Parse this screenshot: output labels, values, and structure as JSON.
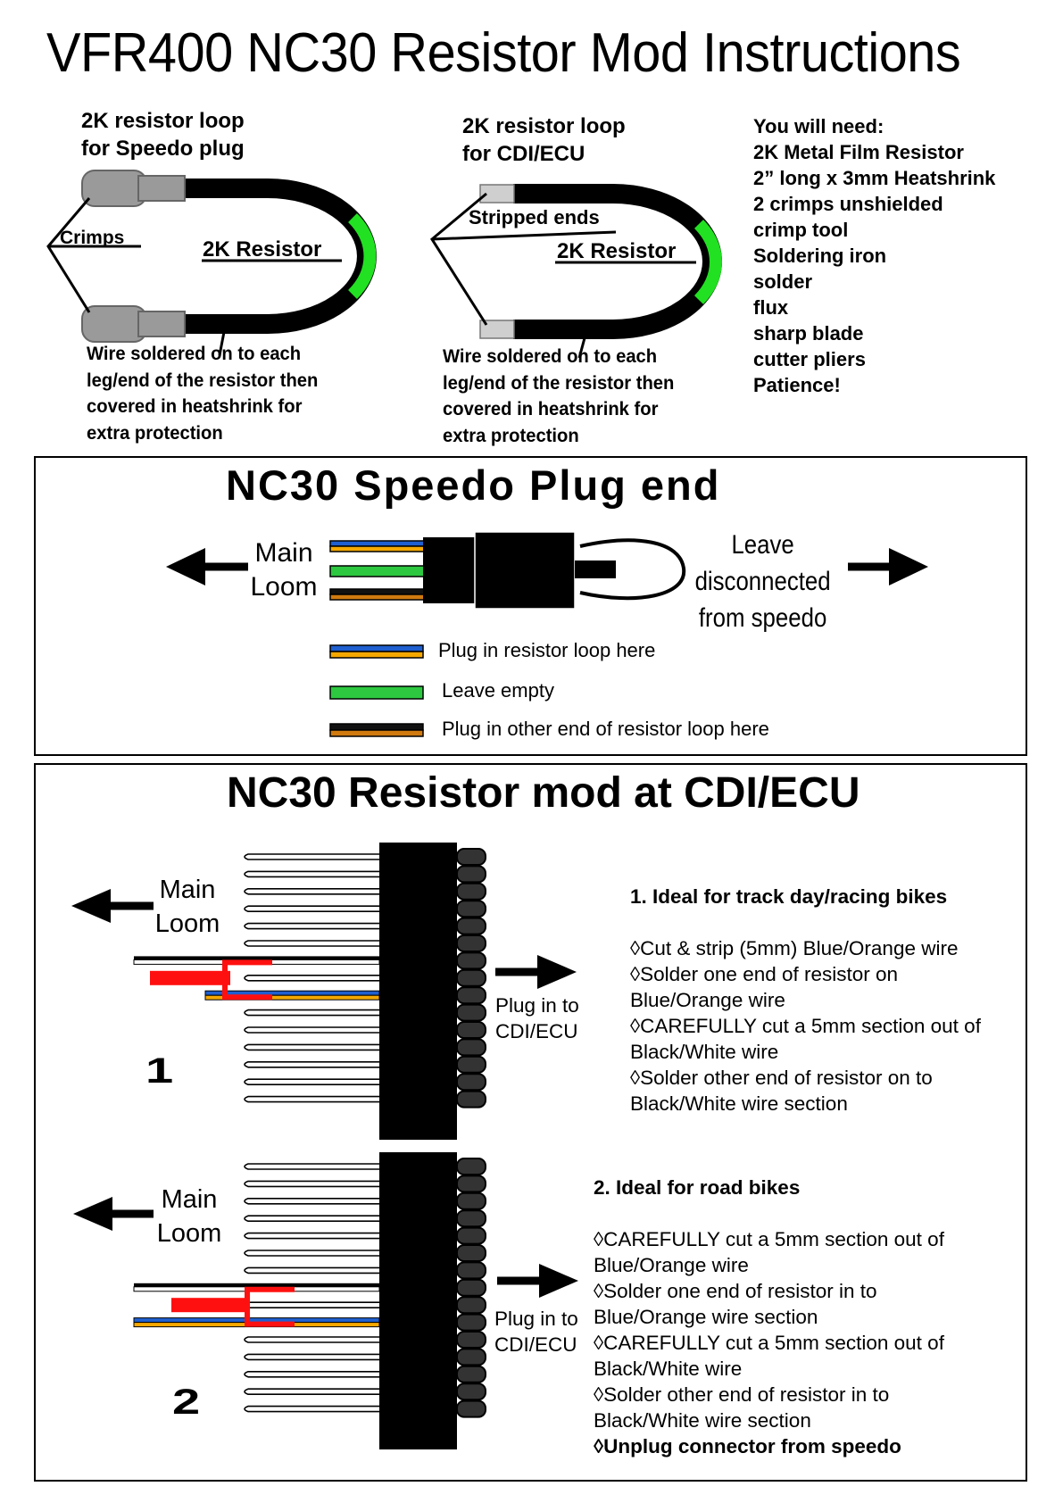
{
  "title": "VFR400 NC30 Resistor Mod Instructions",
  "loop_speedo": {
    "heading": [
      "2K resistor loop",
      "for Speedo plug"
    ],
    "crimps_label": "Crimps",
    "resistor_label": "2K Resistor",
    "note": [
      "Wire soldered on to each",
      "leg/end of the resistor then",
      "covered in heatshrink for",
      "extra protection"
    ]
  },
  "loop_cdi": {
    "heading": [
      "2K resistor loop",
      "for CDI/ECU"
    ],
    "stripped_label": "Stripped ends",
    "resistor_label": "2K Resistor",
    "note": [
      "Wire soldered on to each",
      "leg/end of the resistor then",
      "covered in heatshrink for",
      "extra protection"
    ]
  },
  "you_will_need": {
    "heading": "You will need:",
    "items": [
      "2K Metal Film Resistor",
      "2” long x 3mm Heatshrink",
      "2 crimps unshielded",
      "crimp tool",
      "Soldering iron",
      "solder",
      "flux",
      "sharp blade",
      "cutter pliers",
      "Patience!"
    ]
  },
  "speedo_panel": {
    "title": "NC30 Speedo Plug end",
    "main_loom": [
      "Main",
      "Loom"
    ],
    "leave_disconnected": [
      "Leave disconnected",
      "from speedo"
    ],
    "legend": [
      {
        "text": "Plug in resistor loop here",
        "colors": [
          "#1f5fd0",
          "#f5a800"
        ]
      },
      {
        "text": "Leave empty",
        "colors": [
          "#2dc840",
          "#2dc840"
        ]
      },
      {
        "text": "Plug in other end of resistor loop here",
        "colors": [
          "#111111",
          "#d07a10"
        ]
      }
    ]
  },
  "cdi_panel": {
    "title": "NC30 Resistor mod at CDI/ECU",
    "diagram1": {
      "number": "1",
      "main_loom": [
        "Main",
        "Loom"
      ],
      "plug_in": [
        "Plug in to",
        "CDI/ECU"
      ],
      "heading": "1. Ideal for track day/racing bikes",
      "steps": [
        "◊Cut & strip (5mm) Blue/Orange wire",
        "◊Solder one end of resistor on",
        "Blue/Orange wire",
        "◊CAREFULLY cut a 5mm section out of",
        "Black/White wire",
        "◊Solder other end of resistor on to",
        "Black/White wire section"
      ]
    },
    "diagram2": {
      "number": "2",
      "main_loom": [
        "Main",
        "Loom"
      ],
      "plug_in": [
        "Plug in to",
        "CDI/ECU"
      ],
      "heading": "2. Ideal for road bikes",
      "steps": [
        "◊CAREFULLY cut a 5mm section out of",
        "Blue/Orange wire",
        "◊Solder one end of resistor in to",
        "Blue/Orange wire section",
        "◊CAREFULLY cut a 5mm section out of",
        "Black/White wire",
        "◊Solder other end of resistor in to",
        "Black/White wire section"
      ],
      "final_step": "◊Unplug connector from speedo"
    }
  },
  "colors": {
    "resistor_green": "#22e022",
    "resistor_red": "#ff1010",
    "blue": "#1f5fd0",
    "orange": "#f5a800",
    "green": "#2dc840",
    "brown": "#d07a10",
    "crimp_grey": "#9a9a9a"
  }
}
